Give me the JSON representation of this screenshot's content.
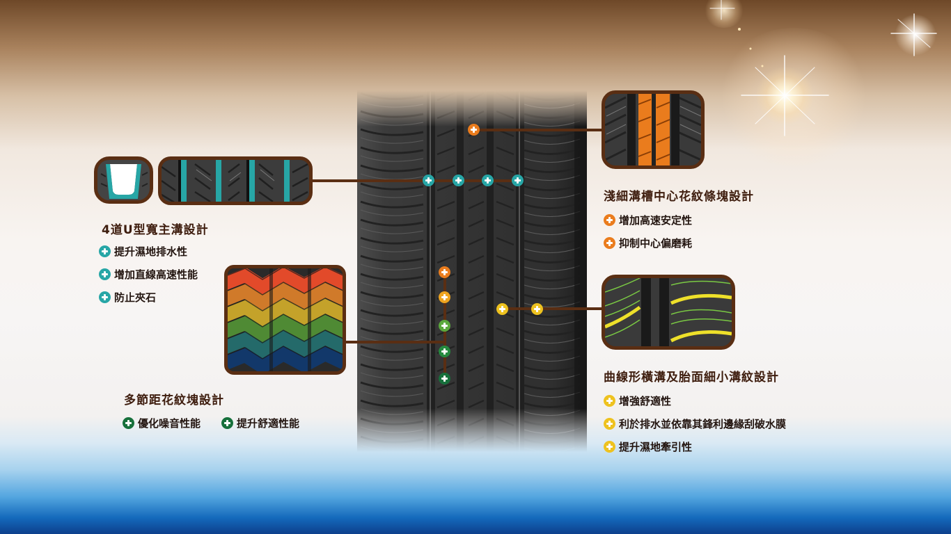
{
  "colors": {
    "brown_frame": "#5a2e13",
    "title_text": "#3e1d0e",
    "teal": "#27a6a6",
    "orange": "#ea7c1d",
    "yellow": "#eec21f",
    "green": "#16703b",
    "light_green": "#5ba93c",
    "tread_gray": "#3a3a3a"
  },
  "features": {
    "u_groove": {
      "title": "4道U型寬主溝設計",
      "icon": "plus-circle-teal-icon",
      "benefits": [
        "提升濕地排水性",
        "增加直線高速性能",
        "防止夾石"
      ]
    },
    "center_rib": {
      "title": "淺細溝槽中心花紋條塊設計",
      "icon": "plus-circle-orange-icon",
      "benefits": [
        "增加高速安定性",
        "抑制中心偏磨耗"
      ]
    },
    "pitch": {
      "title": "多節距花紋塊設計",
      "icon": "plus-circle-green-icon",
      "benefits": [
        "優化噪音性能",
        "提升舒適性能"
      ]
    },
    "curved_sipes": {
      "title": "曲線形橫溝及胎面細小溝紋設計",
      "icon": "plus-circle-yellow-icon",
      "benefits": [
        "增強舒適性",
        "利於排水並依靠其鋒利邊緣刮破水膜",
        "提升濕地牽引性"
      ]
    }
  }
}
